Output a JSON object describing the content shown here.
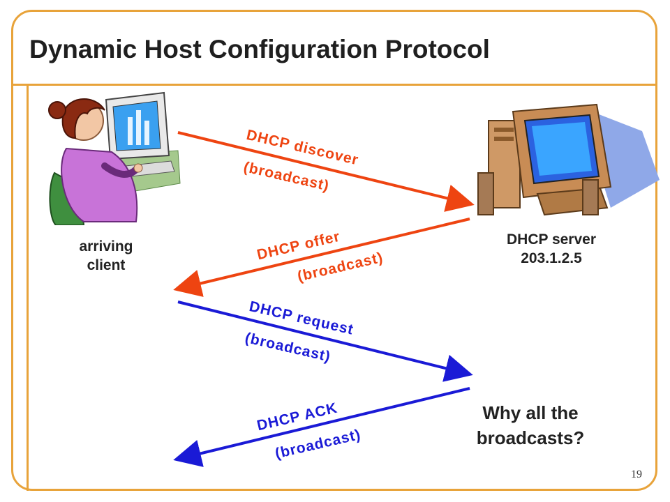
{
  "slide": {
    "title": "Dynamic Host Configuration Protocol",
    "page_number": "19"
  },
  "client": {
    "caption_line1": "arriving",
    "caption_line2": "client"
  },
  "server": {
    "caption_line1": "DHCP server",
    "caption_line2": "203.1.2.5"
  },
  "messages": [
    {
      "name": "DHCP discover",
      "mode": "(broadcast)",
      "direction": "client-to-server",
      "color": "#ee4411"
    },
    {
      "name": "DHCP offer",
      "mode": "(broadcast)",
      "direction": "server-to-client",
      "color": "#ee4411"
    },
    {
      "name": "DHCP request",
      "mode": "(broadcast)",
      "direction": "client-to-server",
      "color": "#1a1ad6"
    },
    {
      "name": "DHCP ACK",
      "mode": "(broadcast)",
      "direction": "server-to-client",
      "color": "#1a1ad6"
    }
  ],
  "question": {
    "line1": "Why all the",
    "line2": "broadcasts?"
  },
  "colors": {
    "accent": "#e8a33a",
    "red_arrow": "#ee4411",
    "blue_arrow": "#1a1ad6"
  }
}
